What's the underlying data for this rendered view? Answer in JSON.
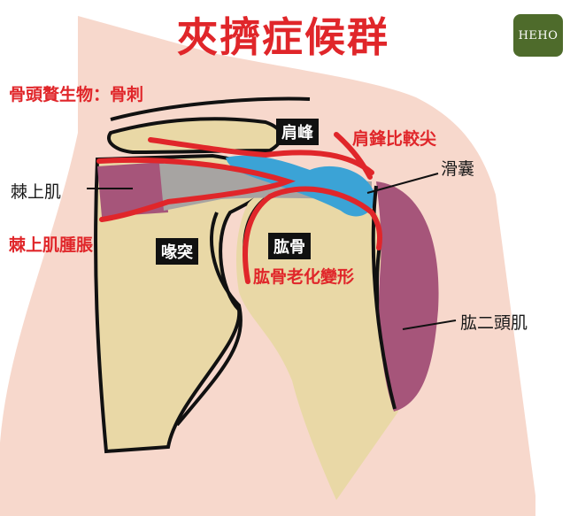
{
  "title": "夾擠症候群",
  "logo": "HEHO",
  "labels": {
    "osteophyte": "骨頭贅生物：骨刺",
    "supraspinatus": "棘上肌",
    "supraspinatus_swelling": "棘上肌腫脹",
    "acromion": "肩峰",
    "acromion_sharp": "肩鋒比較尖",
    "bursa": "滑囊",
    "coracoid": "喙突",
    "humerus": "肱骨",
    "humerus_degeneration": "肱骨老化變形",
    "biceps": "肱二頭肌"
  },
  "colors": {
    "skin": "#f7d8cc",
    "bone": "#e9d8a6",
    "muscle": "#a6557a",
    "tendon": "#a7a4a2",
    "bursa": "#3ba3d6",
    "accent_red": "#e0262a",
    "outline": "#111111"
  }
}
